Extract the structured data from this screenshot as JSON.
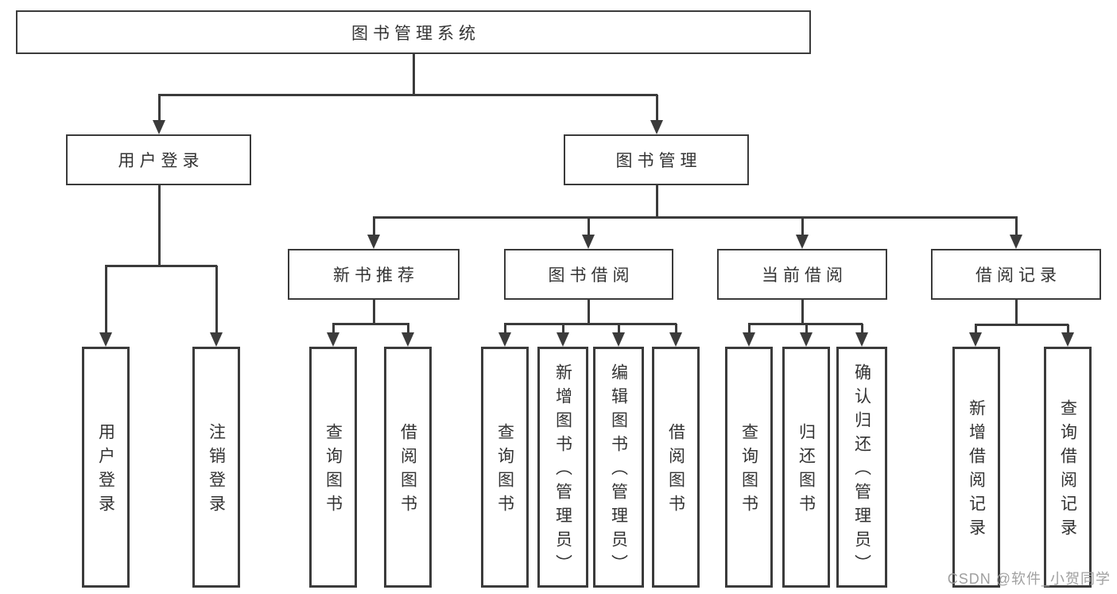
{
  "tree": {
    "root": {
      "label": "图书管理系统"
    },
    "children": [
      {
        "label": "用户登录",
        "children": [
          {
            "label": "用户登录"
          },
          {
            "label": "注销登录"
          }
        ]
      },
      {
        "label": "图书管理",
        "children": [
          {
            "label": "新书推荐",
            "children": [
              {
                "label": "查询图书"
              },
              {
                "label": "借阅图书"
              }
            ]
          },
          {
            "label": "图书借阅",
            "children": [
              {
                "label": "查询图书"
              },
              {
                "label": "新增图书（管理员）"
              },
              {
                "label": "编辑图书（管理员）"
              },
              {
                "label": "借阅图书"
              }
            ]
          },
          {
            "label": "当前借阅",
            "children": [
              {
                "label": "查询图书"
              },
              {
                "label": "归还图书"
              },
              {
                "label": "确认归还（管理员）"
              }
            ]
          },
          {
            "label": "借阅记录",
            "children": [
              {
                "label": "新增借阅记录"
              },
              {
                "label": "查询借阅记录"
              }
            ]
          }
        ]
      }
    ]
  },
  "watermark": {
    "text": "CSDN @软件_小贺同学"
  },
  "colors": {
    "line": "#3b3b3b",
    "box_border": "#3b3b3b",
    "text": "#333333",
    "watermark": "#a0a0a0",
    "background": "#ffffff"
  }
}
